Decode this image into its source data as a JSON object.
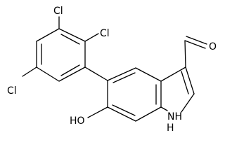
{
  "molecule": {
    "atoms": {
      "cl_top": "Cl",
      "cl_upper_right": "Cl",
      "cl_left": "Cl",
      "oxygen_aldehyde": "O",
      "hydroxy": "HO",
      "nh": "NH",
      "h_atom": "H",
      "n_atom": "N"
    }
  }
}
